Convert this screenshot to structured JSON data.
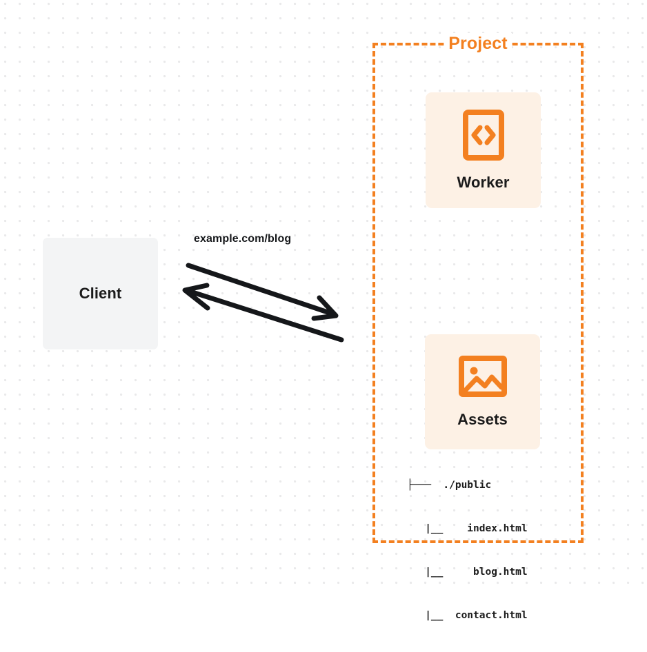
{
  "diagram": {
    "title": "Project",
    "background": {
      "style": "dot-grid",
      "dot_color": "#e9e9ea",
      "page_color": "#ffffff"
    },
    "colors": {
      "accent_orange": "#F38020",
      "card_cream": "#FDF1E5",
      "client_gray": "#F3F4F5",
      "text_dark": "#1B1B1B"
    }
  },
  "client": {
    "label": "Client"
  },
  "connection": {
    "label": "example.com/blog",
    "request_direction": "client-to-project",
    "response_direction": "project-to-client"
  },
  "project": {
    "label": "Project",
    "nodes": [
      {
        "id": "worker",
        "label": "Worker",
        "icon": "code-brackets-icon"
      },
      {
        "id": "assets",
        "label": "Assets",
        "icon": "image-icon"
      }
    ],
    "file_tree": [
      "├───  ./public",
      "   |__    index.html",
      "   |__     blog.html",
      "   |__  contact.html"
    ]
  }
}
